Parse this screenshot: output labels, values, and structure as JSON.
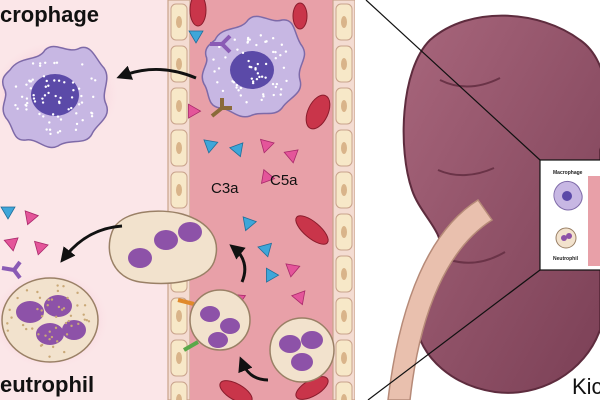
{
  "labels": {
    "macrophage": "crophage",
    "neutrophil": "eutrophil",
    "c3a": "C3a",
    "c5a": "C5a",
    "organ": "Kic"
  },
  "inset": {
    "macrophage": "Macrophage",
    "neutrophil": "Neutrophil"
  },
  "colors": {
    "vessel_wall": "#f4dcd2",
    "lumen": "#e8a0a8",
    "tissue_left": "#fbe6e8",
    "kidney": "#8e5266",
    "cyan_triangle": "#3ea6d9",
    "pink_triangle": "#e4559a",
    "macrophage": "#c7b7e3",
    "nucleus": "#5b4aa8",
    "neutrophil_nucleus": "#8d52a8"
  }
}
